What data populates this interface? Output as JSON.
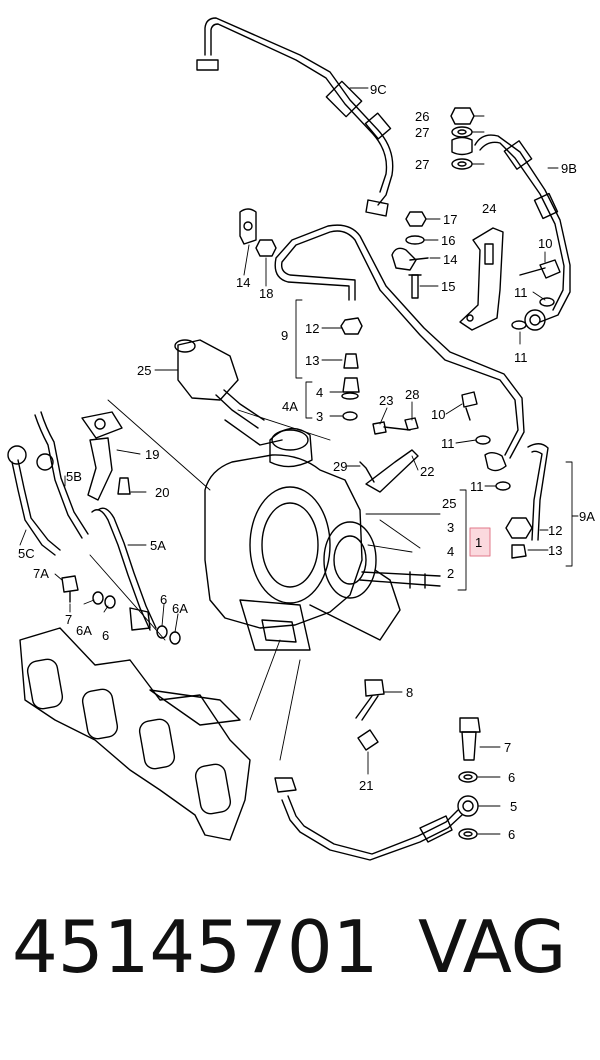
{
  "caption": {
    "part_number": "45145701",
    "brand": "VAG"
  },
  "colors": {
    "line": "#000000",
    "highlight_fill": "#fbd9de",
    "highlight_stroke": "#e0788a"
  },
  "labels": {
    "l9C": "9C",
    "l26": "26",
    "l27a": "27",
    "l27b": "27",
    "l9B": "9B",
    "l17": "17",
    "l16": "16",
    "l14a": "14",
    "l15": "15",
    "l24": "24",
    "l10a": "10",
    "l11a": "11",
    "l11b": "11",
    "l14b": "14",
    "l18": "18",
    "l9": "9",
    "l12a": "12",
    "l13a": "13",
    "l4A": "4A",
    "l4a": "4",
    "l3a": "3",
    "l25a": "25",
    "l23": "23",
    "l28": "28",
    "l10b": "10",
    "l11c": "11",
    "l11d": "11",
    "l19": "19",
    "l29": "29",
    "l22": "22",
    "l5B": "5B",
    "l20": "20",
    "l25b": "25",
    "l3b": "3",
    "l1": "1",
    "l4b": "4",
    "l2": "2",
    "l12b": "12",
    "l13b": "13",
    "l9A": "9A",
    "l5C": "5C",
    "l5A": "5A",
    "l7A": "7A",
    "l7a": "7",
    "l6A_a": "6A",
    "l6a": "6",
    "l6b": "6",
    "l6A_b": "6A",
    "l8": "8",
    "l7b": "7",
    "l6c": "6",
    "l5": "5",
    "l6d": "6",
    "l21": "21"
  }
}
